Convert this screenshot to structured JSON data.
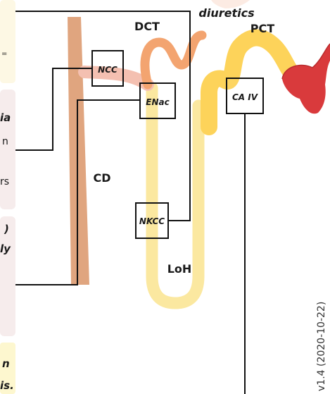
{
  "heading": {
    "line2": "diuretics"
  },
  "segments": {
    "dct": "DCT",
    "pct": "PCT",
    "cd": "CD",
    "loh": "LoH"
  },
  "transporters": {
    "ncc": "NCC",
    "enac": "ENac",
    "nkcc": "NKCC",
    "ca": "CA IV"
  },
  "panels": {
    "p1_eq": "=",
    "p2_line1": "ia",
    "p2_line2": "n",
    "p2_line3": "rs",
    "p3_line1": ")",
    "p3_line2": "ly",
    "p4_line1": "n",
    "p4_line2": "is."
  },
  "version": "v1.4 (2020-10-22)",
  "colors": {
    "cd_tube": "#e0a57f",
    "loop_light": "#fbe8a0",
    "pct_yellow": "#fdd35a",
    "dct_orange": "#f3a470",
    "glomerulus": "#d93a3c",
    "panel1_bg": "#fdf8e4",
    "panel2_bg": "#f6ecec",
    "panel4_bg": "#fdf7cf",
    "lines": "#111111"
  }
}
